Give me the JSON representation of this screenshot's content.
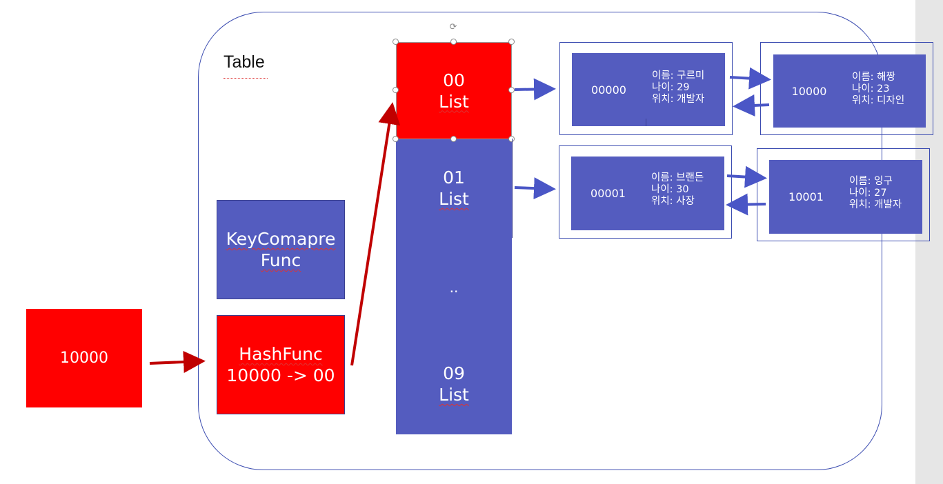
{
  "table_label": "Table",
  "input_key": "10000",
  "key_compare": {
    "line1": "KeyComapre",
    "line2": "Func"
  },
  "hash_func": {
    "line1": "HashFunc",
    "line2": "10000 -> 00"
  },
  "buckets": [
    {
      "index": "00",
      "label": "List"
    },
    {
      "index": "01",
      "label": "List"
    },
    {
      "ellipsis": ".."
    },
    {
      "index": "09",
      "label": "List"
    }
  ],
  "nodes": [
    {
      "id": "00000",
      "name": "이름: 구르미",
      "age": "나이: 29",
      "pos": "위치: 개발자"
    },
    {
      "id": "10000",
      "name": "이름: 해짱",
      "age": "나이: 23",
      "pos": "위치: 디자인"
    },
    {
      "id": "00001",
      "name": "이름: 브랜든",
      "age": "나이: 30",
      "pos": "위치: 사장"
    },
    {
      "id": "10001",
      "name": "이름: 잉구",
      "age": "나이: 27",
      "pos": "위치: 개발자"
    }
  ],
  "colors": {
    "red": "#ff0000",
    "blue": "#545cbf",
    "arrow_red": "#c00000",
    "arrow_blue": "#4a56c6"
  }
}
